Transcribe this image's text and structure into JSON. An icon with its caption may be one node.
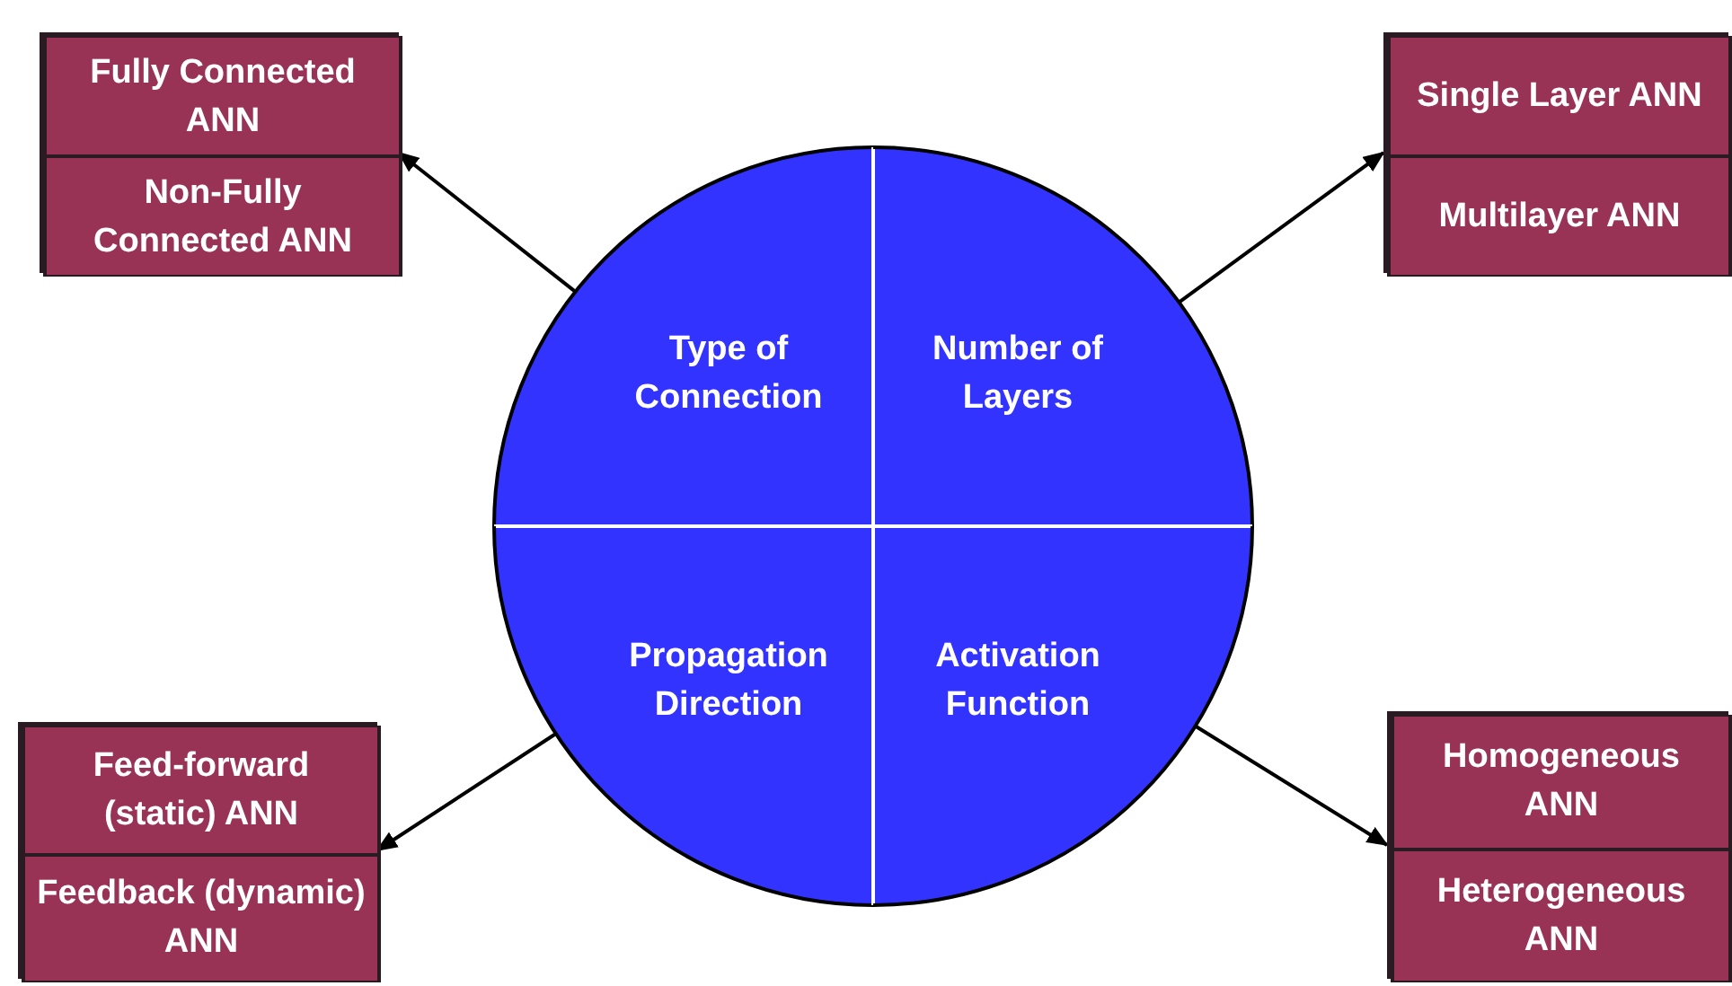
{
  "diagram": {
    "nodes": [
      {
        "text": [],
        "shape": "circle"
      },
      {
        "text": [
          "Type of Connection"
        ],
        "in": 0
      },
      {
        "text": [
          "Number of Layers"
        ],
        "in": 0
      },
      {
        "text": [
          "Propagation Direction"
        ],
        "in": 0
      },
      {
        "text": [
          "Activation Function"
        ],
        "in": 0
      },
      {
        "text": [],
        "shape": "box"
      },
      {
        "text": [
          "Fully Connected ANN"
        ],
        "in": 5
      },
      {
        "text": [
          "Non-Fully Connected ANN"
        ],
        "in": 5
      },
      {
        "text": [],
        "shape": "box"
      },
      {
        "text": [
          "Single Layer ANN"
        ],
        "in": 8
      },
      {
        "text": [
          "Multilayer ANN"
        ],
        "in": 8
      },
      {
        "text": [],
        "shape": "box"
      },
      {
        "text": [
          "Feed-forward (static) ANN"
        ],
        "in": 11
      },
      {
        "text": [
          "Feedback (dynamic) ANN"
        ],
        "in": 11
      },
      {
        "text": [],
        "shape": "box"
      },
      {
        "text": [
          "Homogeneous ANN"
        ],
        "in": 14
      },
      {
        "text": [
          "Heterogeneous ANN"
        ],
        "in": 14
      }
    ],
    "edges": [
      {
        "from": 1,
        "to": 5,
        "arrow": "to"
      },
      {
        "from": 2,
        "to": 8,
        "arrow": "to"
      },
      {
        "from": 3,
        "to": 11,
        "arrow": "to"
      },
      {
        "from": 4,
        "to": 14,
        "arrow": "to"
      }
    ]
  }
}
